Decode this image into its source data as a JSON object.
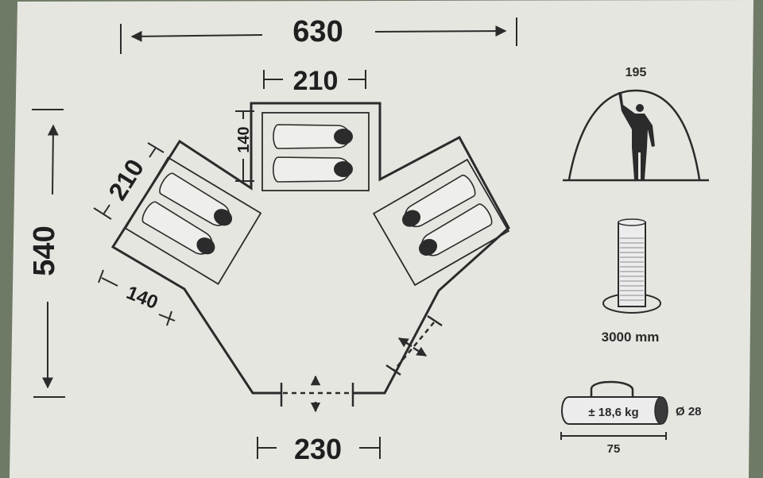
{
  "dimensions": {
    "total_width": "630",
    "total_depth": "540",
    "center_room_width": "210",
    "center_room_depth": "140",
    "left_room_width": "210",
    "left_room_depth": "140",
    "front_width": "230"
  },
  "specs": {
    "height": "195",
    "water_column": "3000 mm",
    "weight": "± 18,6 kg",
    "pack_diameter": "Ø 28",
    "pack_length": "75"
  },
  "colors": {
    "paper": "#e6e6e1",
    "ink": "#2b2b2b",
    "background": "#6f7a66"
  }
}
